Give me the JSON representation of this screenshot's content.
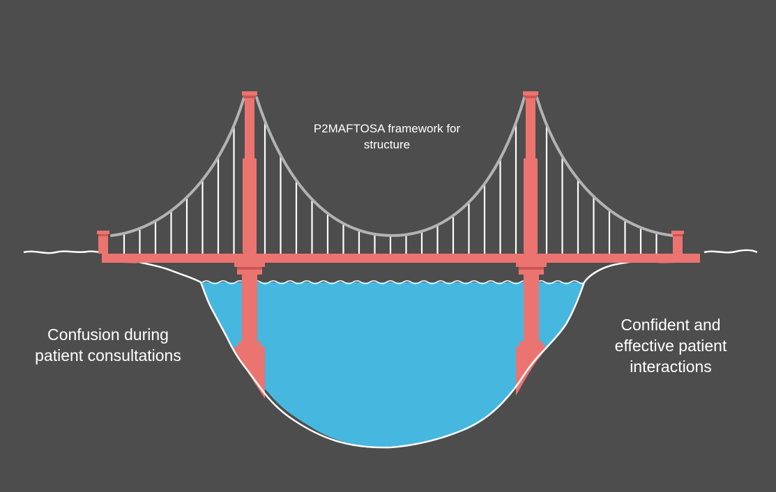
{
  "diagram": {
    "bridge_label": [
      "P2MAFTOSA framework for",
      "structure"
    ],
    "left_label": [
      "Confusion during",
      "patient consultations"
    ],
    "right_label": [
      "Confident and",
      "effective patient",
      "interactions"
    ]
  },
  "colors": {
    "background": "#4d4d4d",
    "bridge": "#ec7470",
    "bridge_dark": "#c95753",
    "cable": "#a9a9a9",
    "hanger": "#ffffff",
    "water": "#46b7df",
    "land_outline": "#ffffff"
  }
}
